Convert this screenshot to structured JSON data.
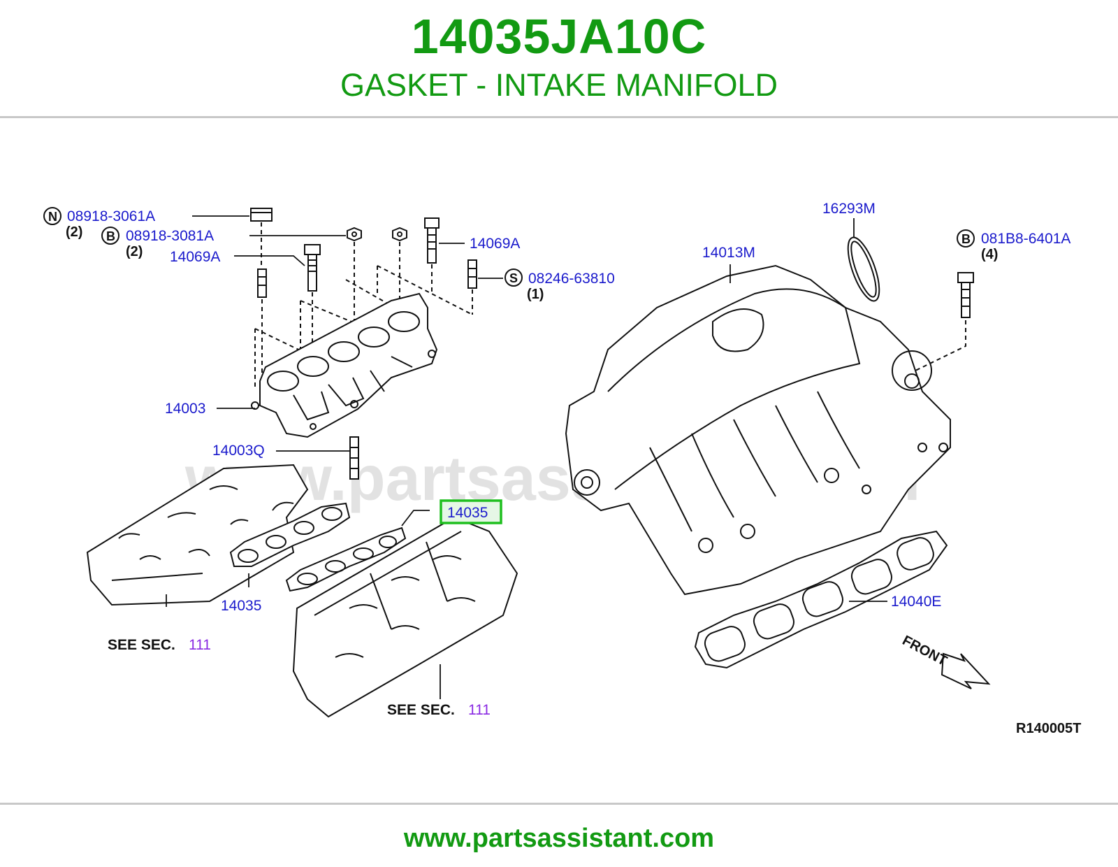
{
  "header": {
    "part_number": "14035JA10C",
    "part_name": "GASKET - INTAKE MANIFOLD"
  },
  "diagram": {
    "watermark": "www.partsassistant.com",
    "reference_code": "R140005T",
    "front_label": "FRONT",
    "callouts": [
      {
        "id": "n-nut",
        "badge": "N",
        "label": "08918-3061A",
        "qty": "(2)"
      },
      {
        "id": "b-nut",
        "badge": "B",
        "label": "08918-3081A",
        "qty": "(2)"
      },
      {
        "id": "bolt-left",
        "label": "14069A"
      },
      {
        "id": "bolt-right",
        "label": "14069A"
      },
      {
        "id": "s-stud",
        "badge": "S",
        "label": "08246-63810",
        "qty": "(1)"
      },
      {
        "id": "lower-manifold",
        "label": "14003"
      },
      {
        "id": "stud",
        "label": "14003Q"
      },
      {
        "id": "gasket-left",
        "label": "14035"
      },
      {
        "id": "gasket-highlight",
        "label": "14035",
        "highlight_color": "#1fbf1f"
      },
      {
        "id": "see-sec-left",
        "text": "SEE SEC.",
        "section": "111"
      },
      {
        "id": "see-sec-right",
        "text": "SEE SEC.",
        "section": "111"
      },
      {
        "id": "upper-collector",
        "label": "14013M"
      },
      {
        "id": "o-ring",
        "label": "16293M"
      },
      {
        "id": "b-bolt",
        "badge": "B",
        "label": "081B8-6401A",
        "qty": "(4)"
      },
      {
        "id": "gasket-upper",
        "label": "14040E"
      }
    ]
  },
  "footer": {
    "url": "www.partsassistant.com"
  },
  "colors": {
    "brand_green": "#129a12",
    "label_blue": "#1a1acc",
    "section_purple": "#8a2be2",
    "rule_gray": "#c8c8c8"
  }
}
